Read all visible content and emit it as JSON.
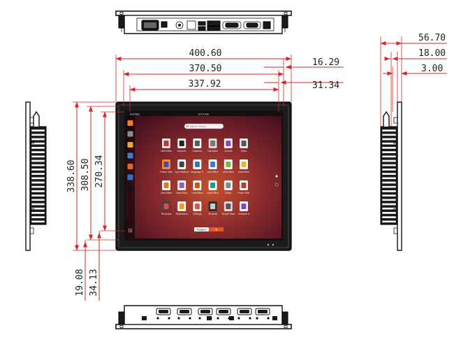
{
  "dimensions": {
    "front_width": "400.60",
    "bezel_width": "370.50",
    "screen_width": "337.92",
    "offset_outer": "16.29",
    "offset_inner": "31.34",
    "front_height": "338.60",
    "bezel_height": "308.50",
    "screen_height": "270.34",
    "offset_bottom_outer": "19.08",
    "offset_bottom_inner": "34.13",
    "depth_total": "56.70",
    "depth_frame": "18.00",
    "depth_bezel": "3.00"
  },
  "screen": {
    "topbar_left": "Activities",
    "topbar_center": "10:07 AM",
    "search_placeholder": "Type to search...",
    "tabs": [
      "Frequent",
      "All"
    ],
    "apps": [
      {
        "label": "LibreOffice",
        "color": "#e8e8e8",
        "accent": "#c0392b"
      },
      {
        "label": "Amazon",
        "color": "#f4f4f4",
        "accent": "#222222"
      },
      {
        "label": "Calendar",
        "color": "#ffffff",
        "accent": "#5a5a5a"
      },
      {
        "label": "Calculator",
        "color": "#d8d8d8",
        "accent": "#777777"
      },
      {
        "label": "Cheese",
        "color": "#ffffff",
        "accent": "#8e44ad"
      },
      {
        "label": "Disks",
        "color": "#ececec",
        "accent": "#555555"
      },
      {
        "label": "Firefox Web",
        "color": "#ff8a2a",
        "accent": "#3b4fb8"
      },
      {
        "label": "Input Method",
        "color": "#ffffff",
        "accent": "#444444"
      },
      {
        "label": "Language S.",
        "color": "#ffffff",
        "accent": "#3572c6"
      },
      {
        "label": "LibreOffice",
        "color": "#ffffff",
        "accent": "#2a7fd4"
      },
      {
        "label": "LibreOffice",
        "color": "#ffffff",
        "accent": "#7fb33a"
      },
      {
        "label": "LibreOffice",
        "color": "#ffffff",
        "accent": "#e0b62c"
      },
      {
        "label": "LibreOffice",
        "color": "#ffffff",
        "accent": "#e07b1c"
      },
      {
        "label": "LibreOffice",
        "color": "#ffffff",
        "accent": "#9b59b6"
      },
      {
        "label": "LibreOffice",
        "color": "#ffffff",
        "accent": "#d35400"
      },
      {
        "label": "LibreOffice",
        "color": "#ffffff",
        "accent": "#16a085"
      },
      {
        "label": "Notes",
        "color": "#ffffff",
        "accent": "#888888"
      },
      {
        "label": "Power Stat.",
        "color": "#ffffff",
        "accent": "#c0392b"
      },
      {
        "label": "Remmina",
        "color": "#444444",
        "accent": "#e74c3c"
      },
      {
        "label": "Rhythmbox",
        "color": "#ffffff",
        "accent": "#f39c12"
      },
      {
        "label": "Settings",
        "color": "#ffffff",
        "accent": "#e74c3c"
      },
      {
        "label": "Shotwell",
        "color": "#333333",
        "accent": "#cccccc"
      },
      {
        "label": "Simple Scan",
        "color": "#dddddd",
        "accent": "#555555"
      },
      {
        "label": "Software &",
        "color": "#ffffff",
        "accent": "#8e44ad"
      }
    ],
    "dock": [
      {
        "name": "firefox",
        "color": "#ff7a1a"
      },
      {
        "name": "files",
        "color": "#8b8b8b"
      },
      {
        "name": "rhythmbox",
        "color": "#f0a52a"
      },
      {
        "name": "writer",
        "color": "#3a7bd5"
      },
      {
        "name": "software",
        "color": "#e8631d"
      },
      {
        "name": "help",
        "color": "#3470c7"
      },
      {
        "name": "amazon",
        "color": "#111111"
      }
    ],
    "colors": {
      "wallpaper_center": "#b0442a",
      "wallpaper_edge": "#3a0d1e",
      "accent": "#e95420"
    }
  },
  "colors": {
    "dimension_line": "#d8252a",
    "outline": "#111111"
  }
}
